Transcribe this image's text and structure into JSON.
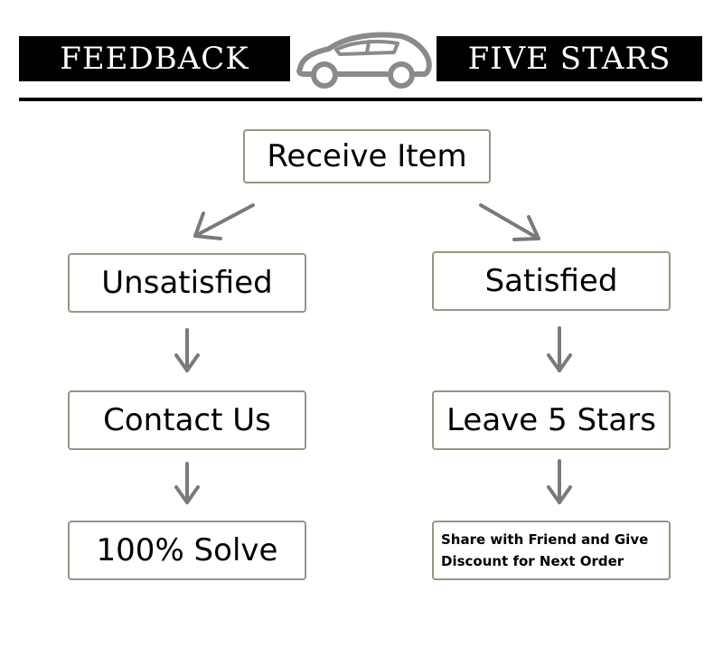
{
  "header": {
    "left_label": "FEEDBACK",
    "right_label": "FIVE STARS",
    "logo": "car-logo-icon"
  },
  "flow": {
    "root": "Receive Item",
    "left_branch": [
      "Unsatisfied",
      "Contact Us",
      "100% Solve"
    ],
    "right_branch": [
      "Satisfied",
      "Leave 5 Stars"
    ],
    "right_final": {
      "line1": "Share with Friend and Give",
      "line2": "Discount for Next Order"
    }
  },
  "colors": {
    "banner": "#000000",
    "box_border": "#9a9484",
    "arrow": "#7a7a7a"
  }
}
